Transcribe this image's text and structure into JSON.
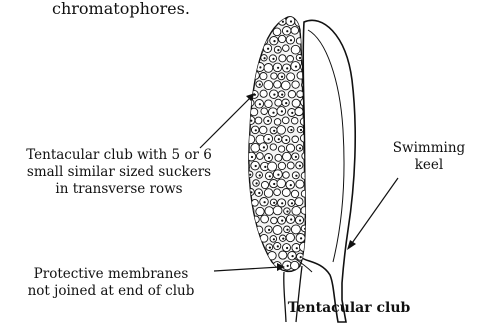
{
  "top_text": "chromatophores.",
  "labels": {
    "club": {
      "line1": "Tentacular club with 5 or 6",
      "line2": "small similar sized suckers",
      "line3": "in transverse rows"
    },
    "keel": {
      "line1": "Swimming",
      "line2": "keel"
    },
    "membranes": {
      "line1": "Protective membranes",
      "line2": "not joined at end of club"
    },
    "caption": "Tentacular club"
  }
}
